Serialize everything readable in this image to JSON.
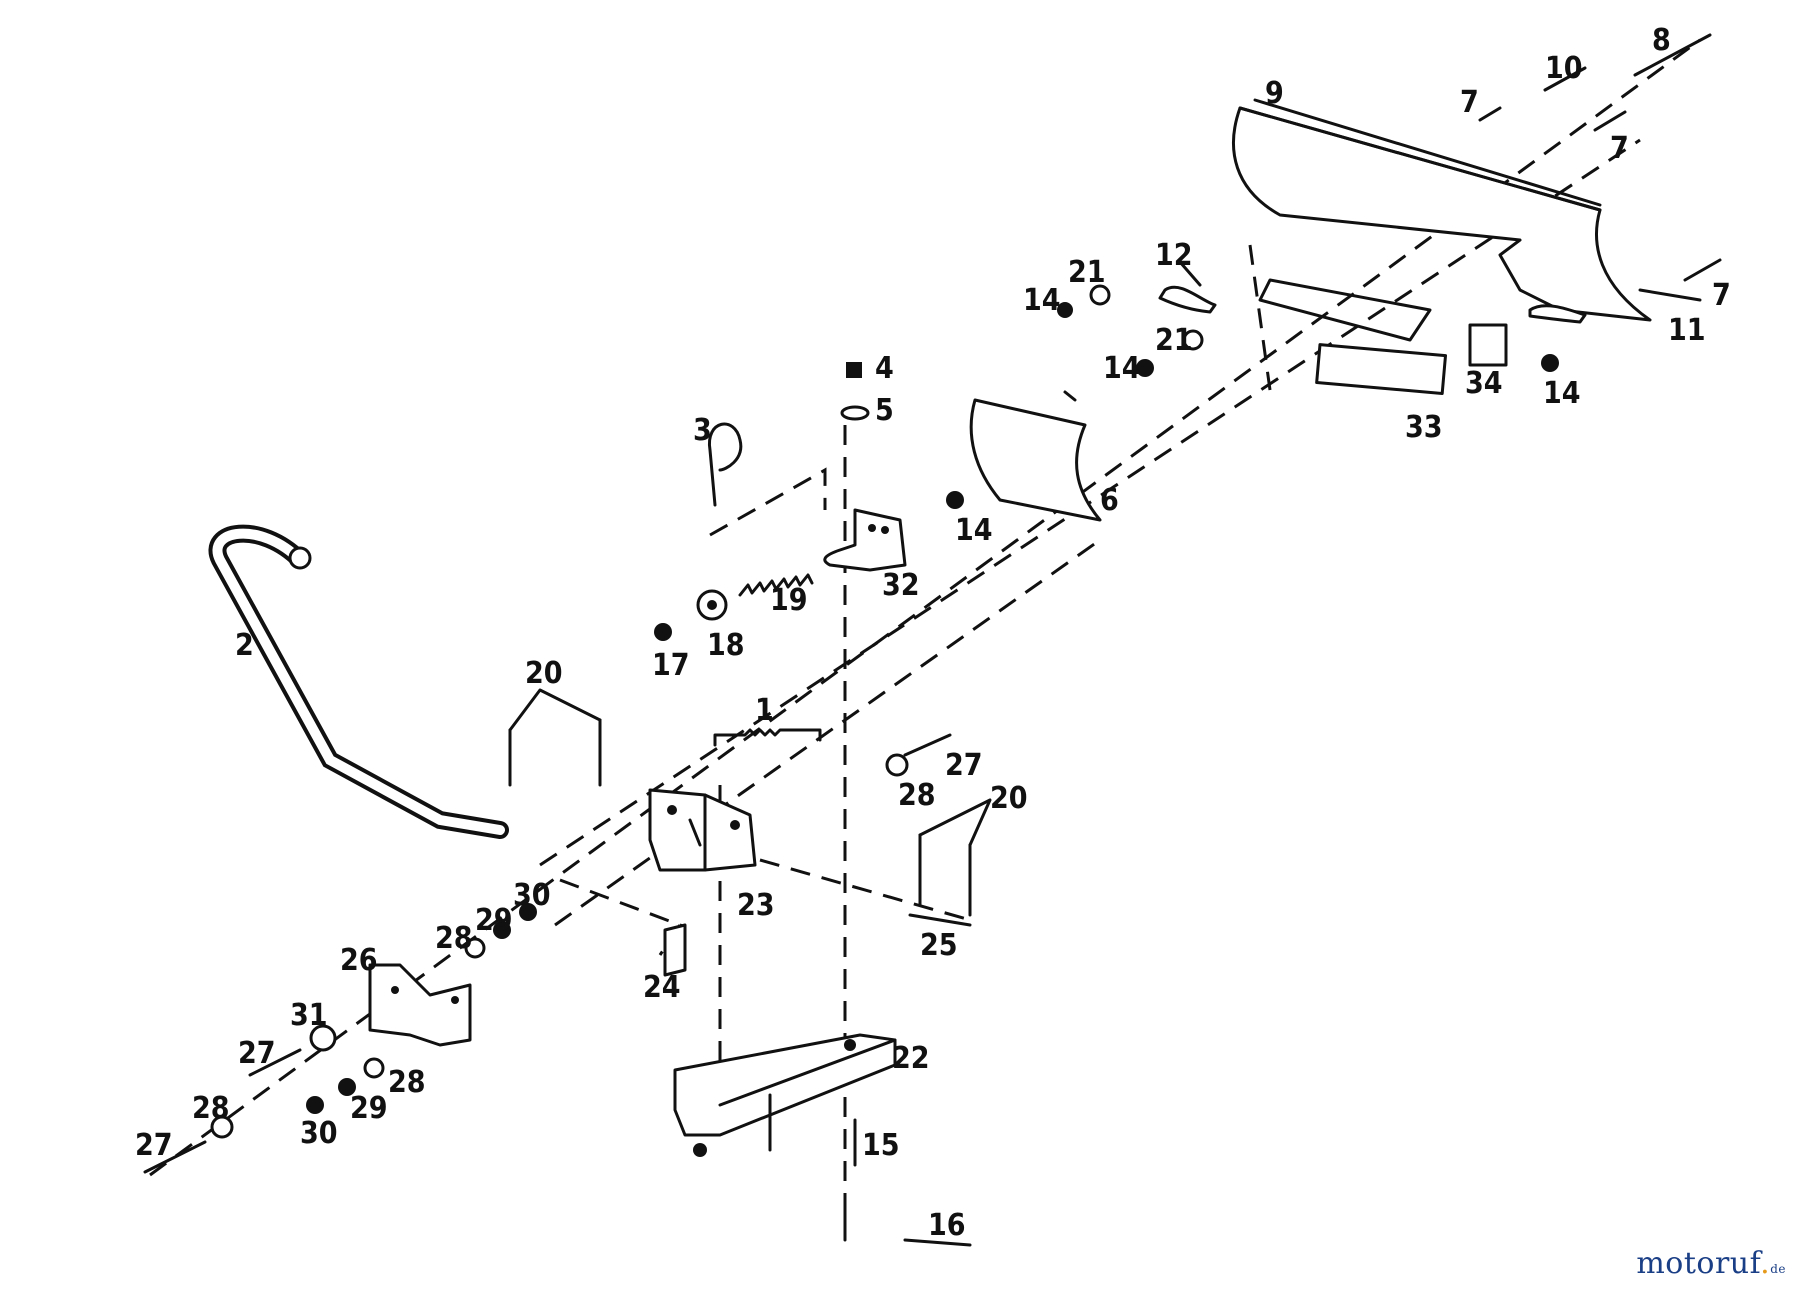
{
  "parts": [
    "1",
    "2",
    "3",
    "4",
    "5",
    "6",
    "7",
    "8",
    "9",
    "10",
    "11",
    "12",
    "14",
    "15",
    "16",
    "17",
    "18",
    "19",
    "20",
    "21",
    "22",
    "23",
    "24",
    "25",
    "26",
    "27",
    "28",
    "29",
    "30",
    "31",
    "32",
    "33",
    "34"
  ],
  "labels": {
    "p1": "1",
    "p2": "2",
    "p3": "3",
    "p4": "4",
    "p5": "5",
    "p6": "6",
    "p7a": "7",
    "p7b": "7",
    "p7c": "7",
    "p8": "8",
    "p9": "9",
    "p10": "10",
    "p11": "11",
    "p12": "12",
    "p14a": "14",
    "p14b": "14",
    "p14c": "14",
    "p14d": "14",
    "p15": "15",
    "p16": "16",
    "p17": "17",
    "p18": "18",
    "p19": "19",
    "p20a": "20",
    "p20b": "20",
    "p21a": "21",
    "p21b": "21",
    "p22": "22",
    "p23": "23",
    "p24": "24",
    "p25": "25",
    "p26": "26",
    "p27a": "27",
    "p27b": "27",
    "p27c": "27",
    "p28a": "28",
    "p28b": "28",
    "p28c": "28",
    "p28d": "28",
    "p29a": "29",
    "p29b": "29",
    "p30a": "30",
    "p30b": "30",
    "p31": "31",
    "p32": "32",
    "p33": "33",
    "p34": "34"
  },
  "watermark": {
    "main": "motoruf",
    "dot": ".",
    "tld": "de"
  }
}
